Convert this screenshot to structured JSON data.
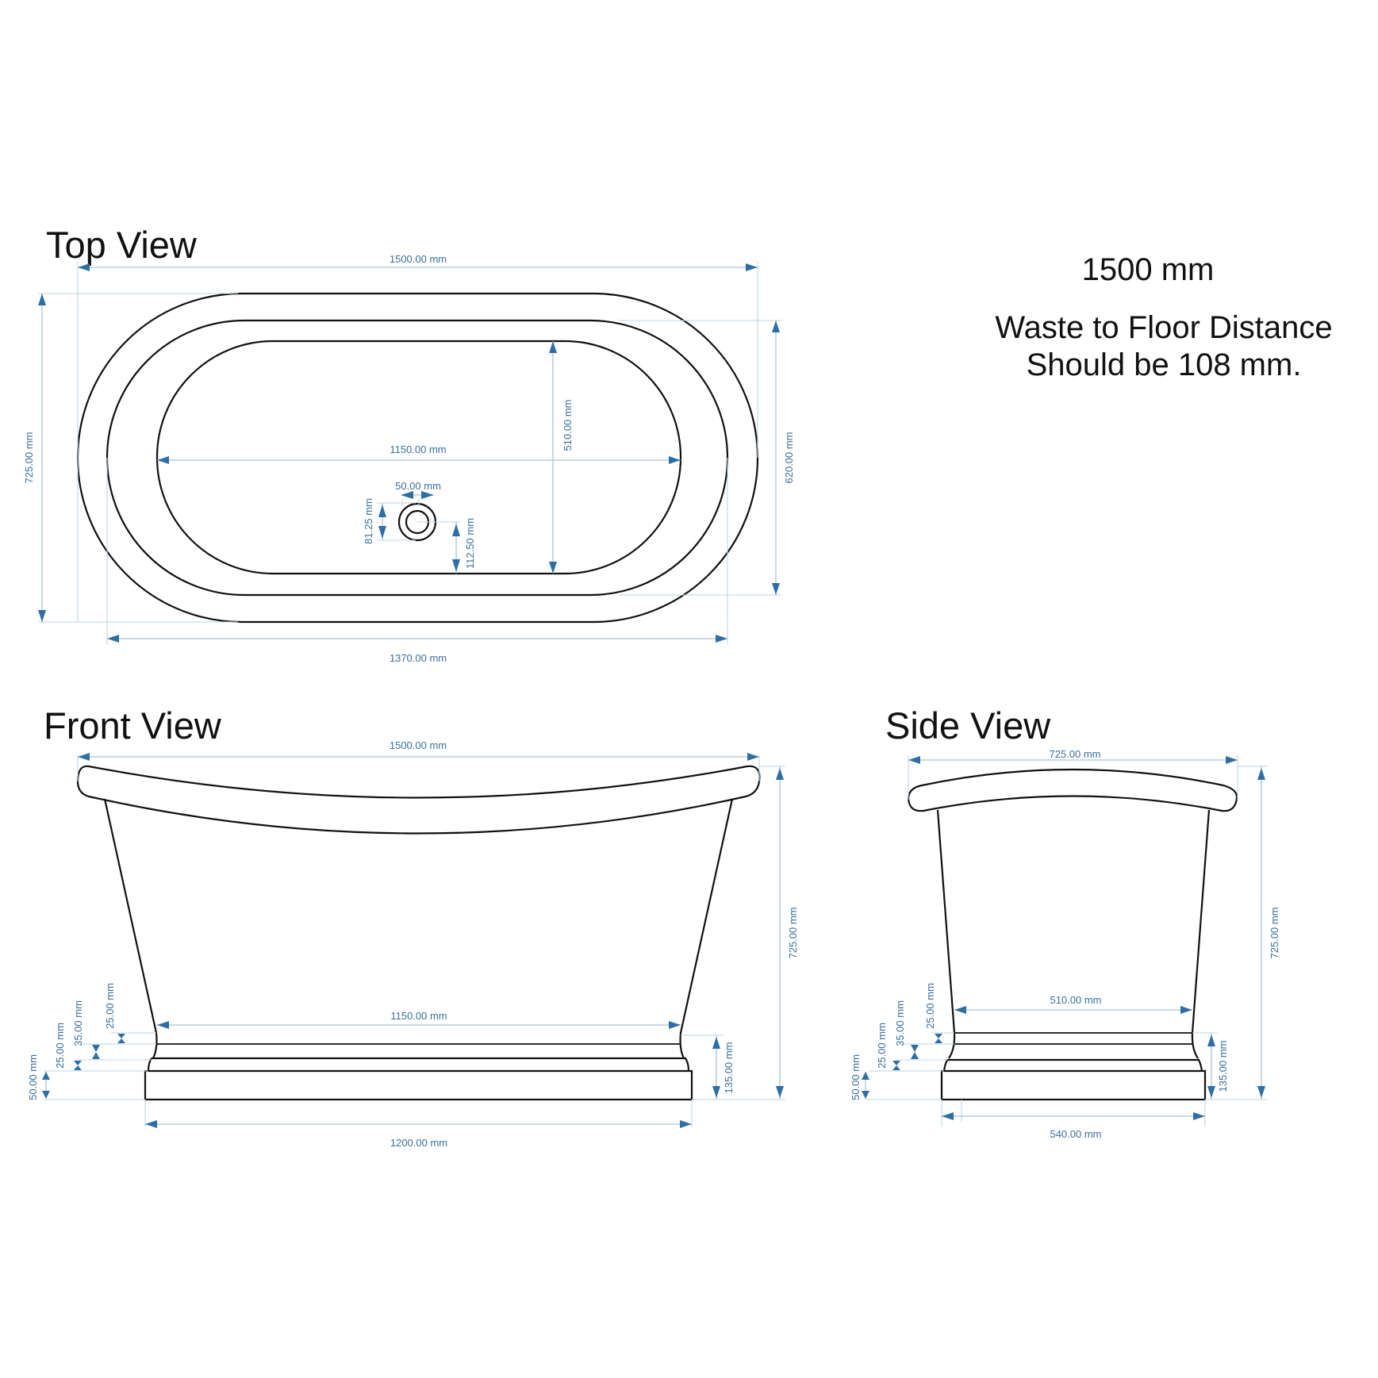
{
  "titles": {
    "top_view": "Top View",
    "front_view": "Front View",
    "side_view": "Side View"
  },
  "notes": {
    "length": "1500 mm",
    "waste_line1": "Waste to Floor Distance",
    "waste_line2": "Should be 108 mm."
  },
  "top_view": {
    "overall_length": "1500.00 mm",
    "overall_width": "725.00 mm",
    "inner_rim_width": "620.00 mm",
    "inner_rim_length": "1370.00 mm",
    "basin_length": "1150.00 mm",
    "basin_width": "510.00 mm",
    "waste_diameter": "50.00 mm",
    "waste_offset": "81.25 mm",
    "waste_to_edge": "112.50 mm"
  },
  "front_view": {
    "overall_length": "1500.00 mm",
    "overall_height": "725.00 mm",
    "base_top_length": "1150.00 mm",
    "plinth_length": "1200.00 mm",
    "base_height": "135.00 mm",
    "band_1": "25.00 mm",
    "band_2": "35.00 mm",
    "band_3": "25.00 mm",
    "plinth_height": "50.00 mm"
  },
  "side_view": {
    "overall_width": "725.00 mm",
    "overall_height": "725.00 mm",
    "base_top_width": "510.00 mm",
    "plinth_width": "540.00 mm",
    "base_height": "135.00 mm",
    "band_1": "25.00 mm",
    "band_2": "35.00 mm",
    "band_3": "25.00 mm",
    "plinth_height": "50.00 mm"
  },
  "colors": {
    "outline": "#111111",
    "dimension_text": "#3a6f9e",
    "dimension_line": "#aac3d6",
    "arrow": "#2f6ea5"
  }
}
